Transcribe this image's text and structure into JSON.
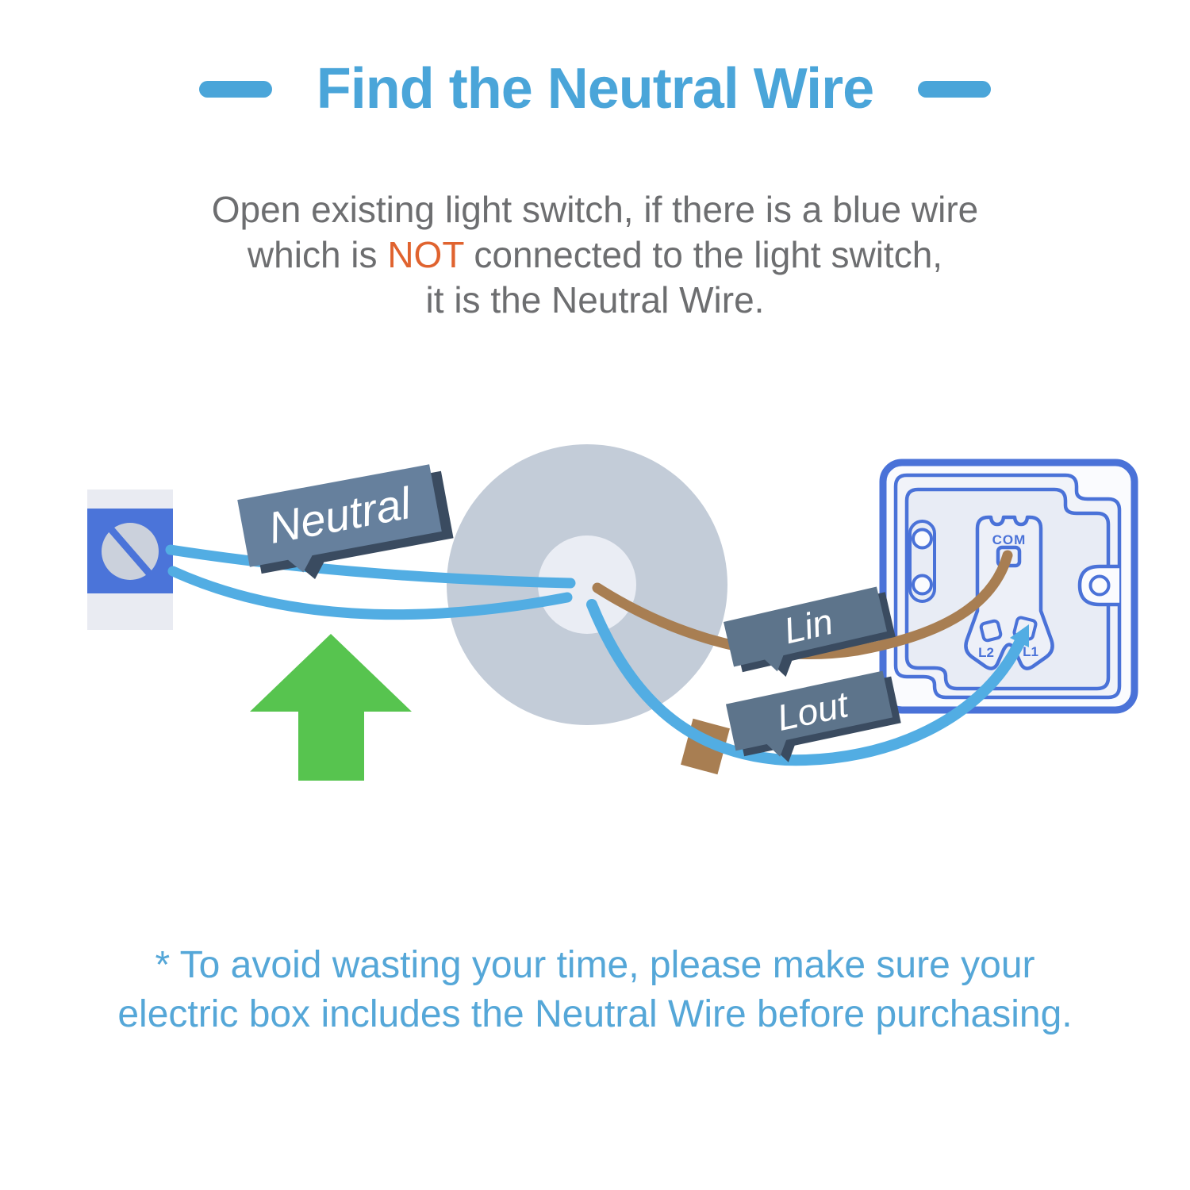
{
  "title": {
    "text": "Find the Neutral Wire"
  },
  "intro": {
    "line1": "Open existing light switch, if there is a blue wire",
    "line2_prefix": "which is ",
    "line2_highlight": "NOT",
    "line2_suffix": " connected to the light switch,",
    "line3": "it is the Neutral Wire."
  },
  "diagram": {
    "neutral_label": "Neutral",
    "lin_label": "Lin",
    "lout_label": "Lout",
    "switch_box": {
      "com": "COM",
      "l2": "L2",
      "l1": "L1"
    },
    "icons": {
      "arrow": "up-arrow-icon",
      "screw": "screw-terminal-icon",
      "ceiling_rose": "ceiling-rose-circle"
    }
  },
  "footer": {
    "line1": "* To avoid wasting your time, please make sure your",
    "line2": "electric box includes the Neutral Wire before purchasing."
  },
  "colors": {
    "title_blue": "#4aa5d9",
    "body_gray": "#6d6e70",
    "highlight_orange": "#e0632f",
    "footer_blue": "#55a7d8",
    "wire_blue": "#52ade3",
    "wire_brown": "#a87e52",
    "ribbon_slate": "#66809d",
    "ribbon_slate_dark": "#5d748b",
    "ribbon_shadow": "#3a4b60",
    "arrow_green": "#57c44f",
    "switch_blue": "#4a72d8",
    "rose_gray": "#c3ccd8",
    "terminal_blue": "#4b74d9"
  }
}
